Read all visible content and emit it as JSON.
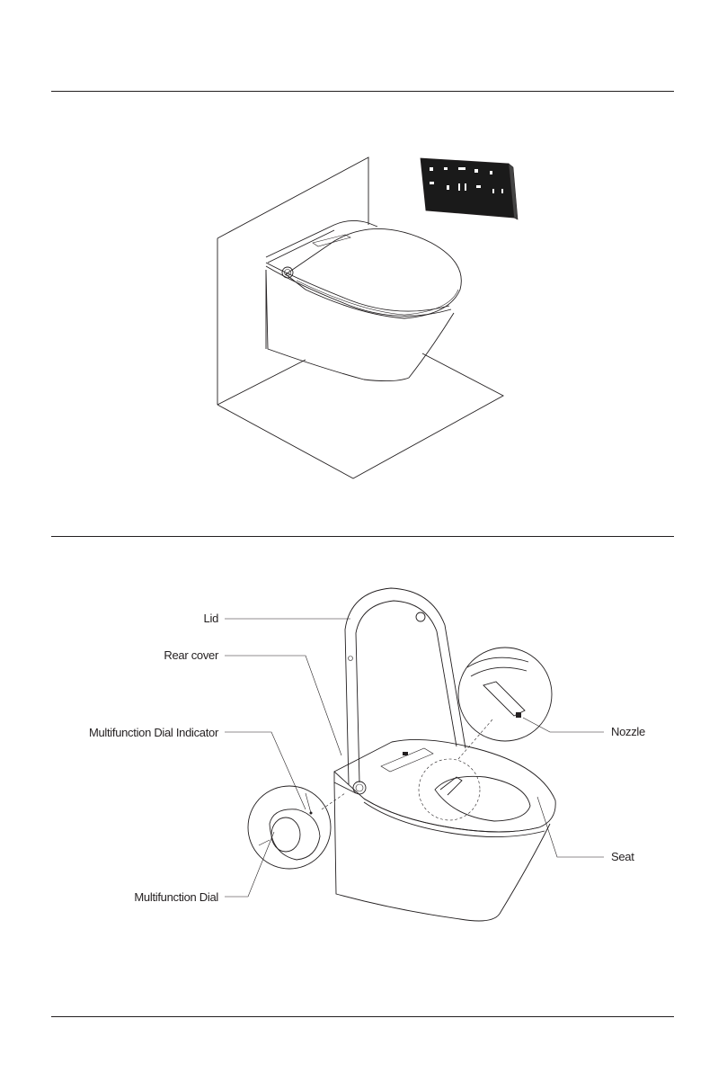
{
  "labels": {
    "lid": "Lid",
    "rear_cover": "Rear cover",
    "dial_indicator": "Multifunction Dial Indicator",
    "dial": "Multifunction Dial",
    "nozzle": "Nozzle",
    "seat": "Seat"
  },
  "icons": [
    "remote-control-panel-icon",
    "toilet-closed-icon",
    "toilet-open-icon",
    "dial-detail-icon",
    "nozzle-detail-icon"
  ],
  "colors": {
    "line": "#231f20",
    "panel": "#1a1a1a",
    "background": "#ffffff"
  }
}
